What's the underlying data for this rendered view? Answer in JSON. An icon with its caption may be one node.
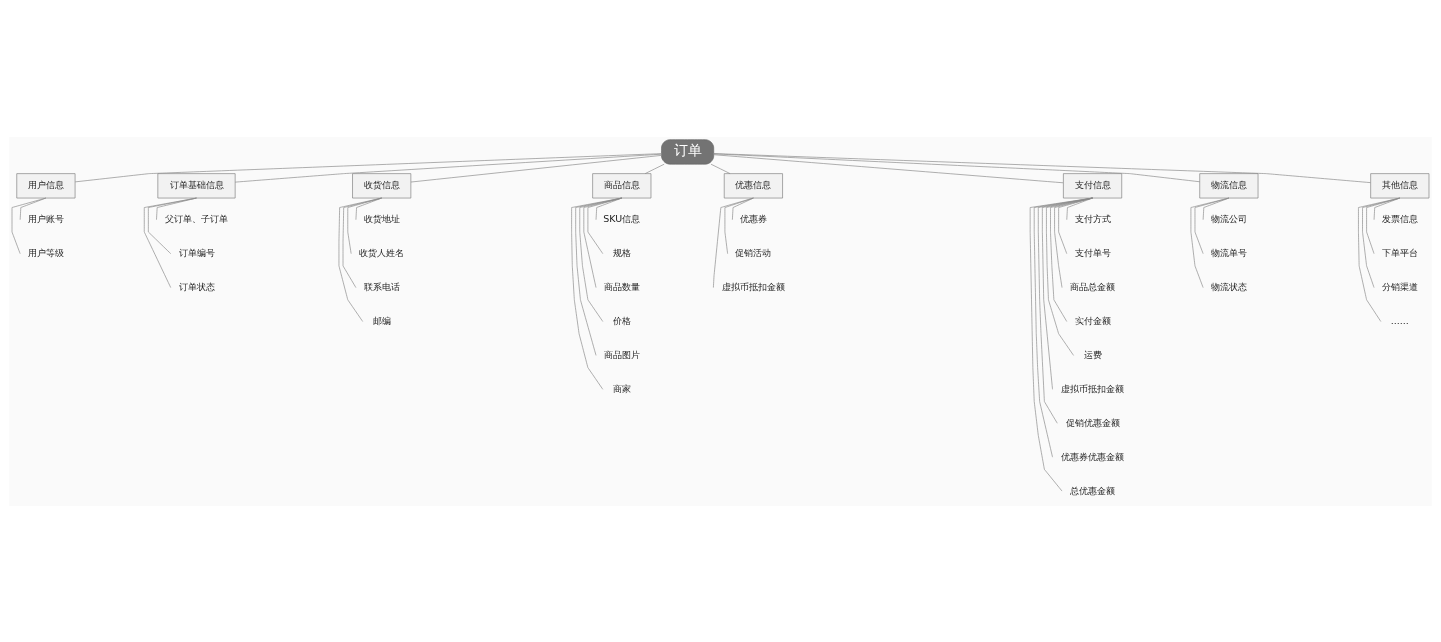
{
  "diagram": {
    "nodes": [
      {
        "text": [
          "订单"
        ]
      },
      {
        "text": [
          "用户信息"
        ]
      },
      {
        "text": [
          "订单基础信息"
        ]
      },
      {
        "text": [
          "收货信息"
        ]
      },
      {
        "text": [
          "商品信息"
        ]
      },
      {
        "text": [
          "优惠信息"
        ]
      },
      {
        "text": [
          "支付信息"
        ]
      },
      {
        "text": [
          "物流信息"
        ]
      },
      {
        "text": [
          "其他信息"
        ]
      },
      {
        "text": [
          "用户账号"
        ]
      },
      {
        "text": [
          "用户等级"
        ]
      },
      {
        "text": [
          "父订单、子订单"
        ]
      },
      {
        "text": [
          "订单编号"
        ]
      },
      {
        "text": [
          "订单状态"
        ]
      },
      {
        "text": [
          "收货地址"
        ]
      },
      {
        "text": [
          "收货人姓名"
        ]
      },
      {
        "text": [
          "联系电话"
        ]
      },
      {
        "text": [
          "邮编"
        ]
      },
      {
        "text": [
          "SKU信息"
        ]
      },
      {
        "text": [
          "规格"
        ]
      },
      {
        "text": [
          "商品数量"
        ]
      },
      {
        "text": [
          "价格"
        ]
      },
      {
        "text": [
          "商品图片"
        ]
      },
      {
        "text": [
          "商家"
        ]
      },
      {
        "text": [
          "优惠券"
        ]
      },
      {
        "text": [
          "促销活动"
        ]
      },
      {
        "text": [
          "虚拟币抵扣金额"
        ]
      },
      {
        "text": [
          "支付方式"
        ]
      },
      {
        "text": [
          "支付单号"
        ]
      },
      {
        "text": [
          "商品总金额"
        ]
      },
      {
        "text": [
          "实付金额"
        ]
      },
      {
        "text": [
          "运费"
        ]
      },
      {
        "text": [
          "虚拟币抵扣金额"
        ]
      },
      {
        "text": [
          "促销优惠金额"
        ]
      },
      {
        "text": [
          "优惠券优惠金额"
        ]
      },
      {
        "text": [
          "总优惠金额"
        ]
      },
      {
        "text": [
          "物流公司"
        ]
      },
      {
        "text": [
          "物流单号"
        ]
      },
      {
        "text": [
          "物流状态"
        ]
      },
      {
        "text": [
          "发票信息"
        ]
      },
      {
        "text": [
          "下单平台"
        ]
      },
      {
        "text": [
          "分销渠道"
        ]
      },
      {
        "text": [
          "......"
        ]
      }
    ],
    "edges": [
      {
        "from": 0,
        "to": 1,
        "arrow": "none"
      },
      {
        "from": 0,
        "to": 2,
        "arrow": "none"
      },
      {
        "from": 0,
        "to": 3,
        "arrow": "none"
      },
      {
        "from": 0,
        "to": 4,
        "arrow": "none"
      },
      {
        "from": 0,
        "to": 5,
        "arrow": "none"
      },
      {
        "from": 0,
        "to": 6,
        "arrow": "none"
      },
      {
        "from": 0,
        "to": 7,
        "arrow": "none"
      },
      {
        "from": 0,
        "to": 8,
        "arrow": "none"
      },
      {
        "from": 1,
        "to": 9,
        "arrow": "none"
      },
      {
        "from": 1,
        "to": 10,
        "arrow": "none"
      },
      {
        "from": 2,
        "to": 11,
        "arrow": "none"
      },
      {
        "from": 2,
        "to": 12,
        "arrow": "none"
      },
      {
        "from": 2,
        "to": 13,
        "arrow": "none"
      },
      {
        "from": 3,
        "to": 14,
        "arrow": "none"
      },
      {
        "from": 3,
        "to": 15,
        "arrow": "none"
      },
      {
        "from": 3,
        "to": 16,
        "arrow": "none"
      },
      {
        "from": 3,
        "to": 17,
        "arrow": "none"
      },
      {
        "from": 4,
        "to": 18,
        "arrow": "none"
      },
      {
        "from": 4,
        "to": 19,
        "arrow": "none"
      },
      {
        "from": 4,
        "to": 20,
        "arrow": "none"
      },
      {
        "from": 4,
        "to": 21,
        "arrow": "none"
      },
      {
        "from": 4,
        "to": 22,
        "arrow": "none"
      },
      {
        "from": 4,
        "to": 23,
        "arrow": "none"
      },
      {
        "from": 5,
        "to": 24,
        "arrow": "none"
      },
      {
        "from": 5,
        "to": 25,
        "arrow": "none"
      },
      {
        "from": 5,
        "to": 26,
        "arrow": "none"
      },
      {
        "from": 6,
        "to": 27,
        "arrow": "none"
      },
      {
        "from": 6,
        "to": 28,
        "arrow": "none"
      },
      {
        "from": 6,
        "to": 29,
        "arrow": "none"
      },
      {
        "from": 6,
        "to": 30,
        "arrow": "none"
      },
      {
        "from": 6,
        "to": 31,
        "arrow": "none"
      },
      {
        "from": 6,
        "to": 32,
        "arrow": "none"
      },
      {
        "from": 6,
        "to": 33,
        "arrow": "none"
      },
      {
        "from": 6,
        "to": 34,
        "arrow": "none"
      },
      {
        "from": 6,
        "to": 35,
        "arrow": "none"
      },
      {
        "from": 7,
        "to": 36,
        "arrow": "none"
      },
      {
        "from": 7,
        "to": 37,
        "arrow": "none"
      },
      {
        "from": 7,
        "to": 38,
        "arrow": "none"
      },
      {
        "from": 8,
        "to": 39,
        "arrow": "none"
      },
      {
        "from": 8,
        "to": 40,
        "arrow": "none"
      },
      {
        "from": 8,
        "to": 41,
        "arrow": "none"
      },
      {
        "from": 8,
        "to": 42,
        "arrow": "none"
      }
    ]
  }
}
